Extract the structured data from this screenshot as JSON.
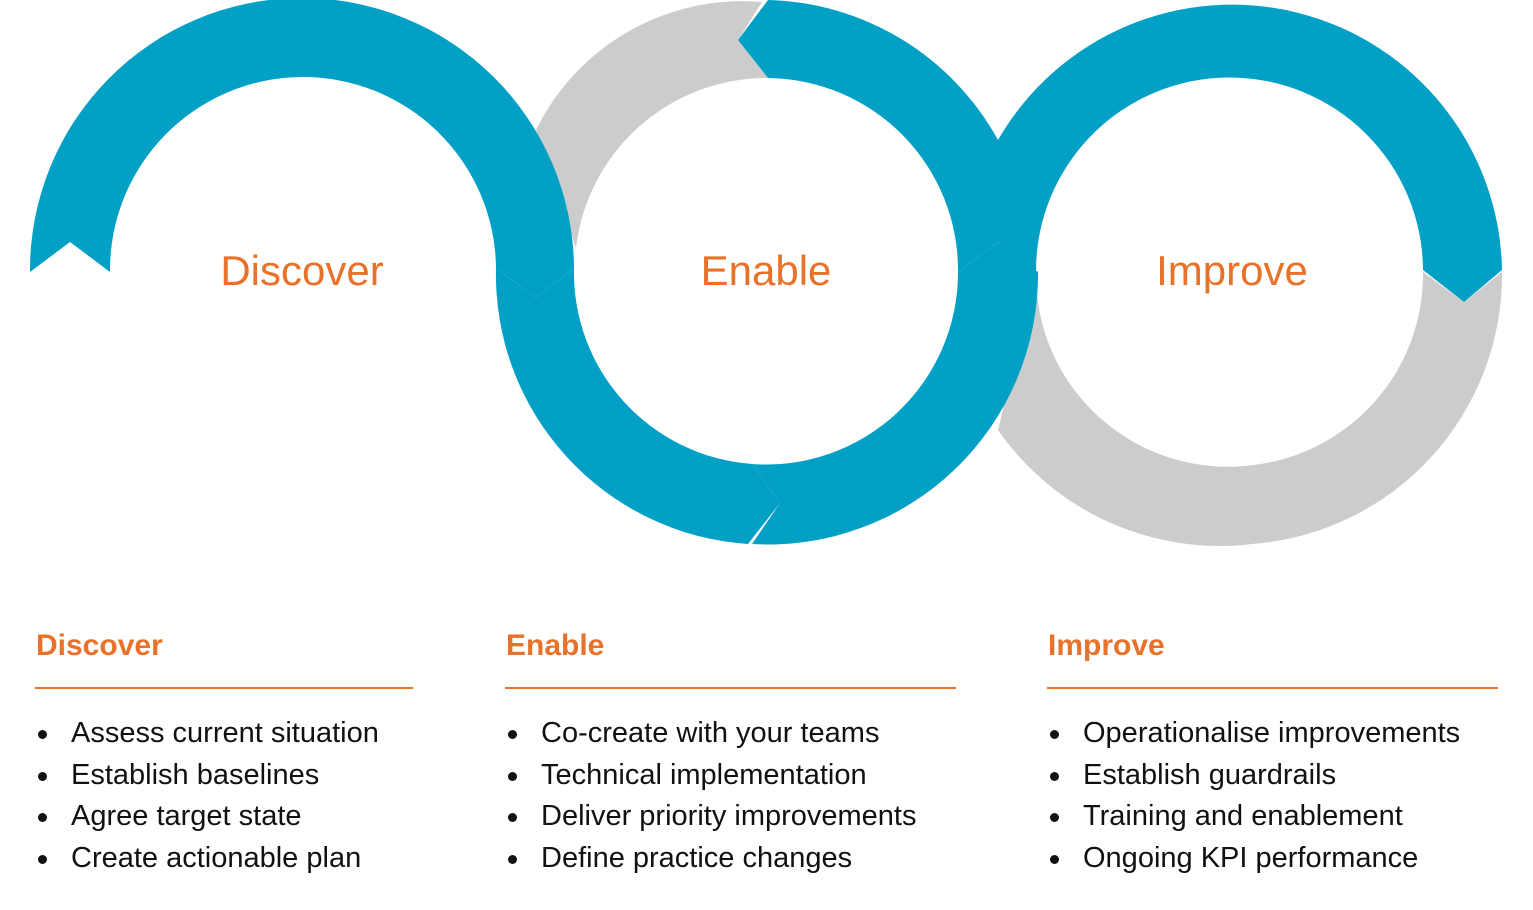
{
  "diagram": {
    "rings": [
      {
        "label": "Discover"
      },
      {
        "label": "Enable"
      },
      {
        "label": "Improve"
      }
    ],
    "colors": {
      "blue": "#03a0c6",
      "grey": "#cccccc",
      "orange": "#e8722a"
    }
  },
  "columns": [
    {
      "title": "Discover",
      "items": [
        "Assess current situation",
        "Establish baselines",
        "Agree target state",
        "Create actionable plan"
      ]
    },
    {
      "title": "Enable",
      "items": [
        "Co-create with your teams",
        "Technical implementation",
        "Deliver priority improvements",
        "Define practice changes"
      ]
    },
    {
      "title": "Improve",
      "items": [
        "Operationalise improvements",
        "Establish guardrails",
        "Training and enablement",
        "Ongoing KPI performance"
      ]
    }
  ]
}
